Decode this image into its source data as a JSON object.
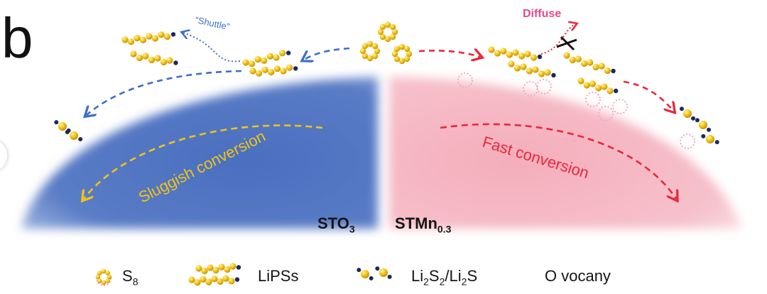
{
  "panel": {
    "label": "b"
  },
  "annotations": {
    "shuttle": "“Shuttle”",
    "diffuse": "Diffuse",
    "sluggish": "Sluggish conversion",
    "fast": "Fast conversion"
  },
  "materials": {
    "left": {
      "base": "STO",
      "sub": "3"
    },
    "right": {
      "base": "STMn",
      "sub": "0.3"
    }
  },
  "legend": {
    "s8": {
      "base": "S",
      "sub": "8"
    },
    "lipss": "LiPSs",
    "li2s": {
      "p1": "Li",
      "s1": "2",
      "p2": "S",
      "s2": "2",
      "p3": "/Li",
      "s3": "2",
      "p4": "S"
    },
    "ovacancy": "O vocany"
  },
  "colors": {
    "blue_region": "#4d72bf",
    "pink_region": "#f5b7c3",
    "blue_arrow": "#3f6fc6",
    "red_arrow": "#e8283a",
    "yellow_arrow": "#f0c414",
    "sulfur": "#f2c21a",
    "lithium": "#1c2a5a",
    "vacancy": "#f2a9b6"
  }
}
